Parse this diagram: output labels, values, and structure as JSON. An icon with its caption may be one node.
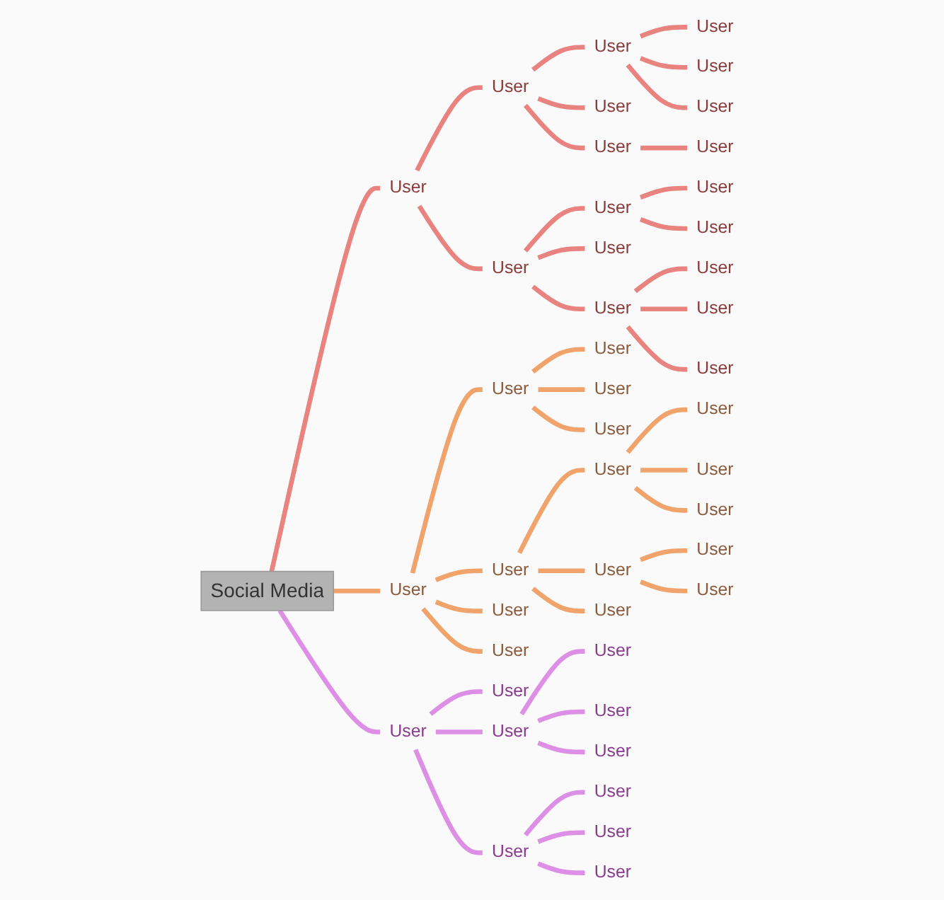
{
  "diagram": {
    "nodes": [
      {
        "text": [
          "Social Media"
        ]
      },
      {
        "text": [
          "User"
        ]
      },
      {
        "text": [
          "User"
        ]
      },
      {
        "text": [
          "User"
        ]
      },
      {
        "text": [
          "User"
        ]
      },
      {
        "text": [
          "User"
        ]
      },
      {
        "text": [
          "User"
        ]
      },
      {
        "text": [
          "User"
        ]
      },
      {
        "text": [
          "User"
        ]
      },
      {
        "text": [
          "User"
        ]
      },
      {
        "text": [
          "User"
        ]
      },
      {
        "text": [
          "User"
        ]
      },
      {
        "text": [
          "User"
        ]
      },
      {
        "text": [
          "User"
        ]
      },
      {
        "text": [
          "User"
        ]
      },
      {
        "text": [
          "User"
        ]
      },
      {
        "text": [
          "User"
        ]
      },
      {
        "text": [
          "User"
        ]
      },
      {
        "text": [
          "User"
        ]
      },
      {
        "text": [
          "User"
        ]
      },
      {
        "text": [
          "User"
        ]
      },
      {
        "text": [
          "User"
        ]
      },
      {
        "text": [
          "User"
        ]
      },
      {
        "text": [
          "User"
        ]
      },
      {
        "text": [
          "User"
        ]
      },
      {
        "text": [
          "User"
        ]
      },
      {
        "text": [
          "User"
        ]
      },
      {
        "text": [
          "User"
        ]
      },
      {
        "text": [
          "User"
        ]
      },
      {
        "text": [
          "User"
        ]
      },
      {
        "text": [
          "User"
        ]
      },
      {
        "text": [
          "User"
        ]
      },
      {
        "text": [
          "User"
        ]
      },
      {
        "text": [
          "User"
        ]
      },
      {
        "text": [
          "User"
        ]
      },
      {
        "text": [
          "User"
        ]
      },
      {
        "text": [
          "User"
        ]
      },
      {
        "text": [
          "User"
        ]
      },
      {
        "text": [
          "User"
        ]
      },
      {
        "text": [
          "User"
        ]
      },
      {
        "text": [
          "User"
        ]
      },
      {
        "text": [
          "User"
        ]
      },
      {
        "text": [
          "User"
        ]
      },
      {
        "text": [
          "User"
        ]
      },
      {
        "text": [
          "User"
        ]
      }
    ],
    "edges": [
      {
        "from": 0,
        "to": 1,
        "arrow": "none",
        "color": "#e8837f"
      },
      {
        "from": 1,
        "to": 2,
        "arrow": "none",
        "color": "#e8837f"
      },
      {
        "from": 2,
        "to": 3,
        "arrow": "none",
        "color": "#e8837f"
      },
      {
        "from": 3,
        "to": 4,
        "arrow": "none",
        "color": "#e8837f"
      },
      {
        "from": 3,
        "to": 5,
        "arrow": "none",
        "color": "#e8837f"
      },
      {
        "from": 3,
        "to": 6,
        "arrow": "none",
        "color": "#e8837f"
      },
      {
        "from": 2,
        "to": 7,
        "arrow": "none",
        "color": "#e8837f"
      },
      {
        "from": 2,
        "to": 8,
        "arrow": "none",
        "color": "#e8837f"
      },
      {
        "from": 8,
        "to": 9,
        "arrow": "none",
        "color": "#e8837f"
      },
      {
        "from": 1,
        "to": 10,
        "arrow": "none",
        "color": "#e8837f"
      },
      {
        "from": 10,
        "to": 11,
        "arrow": "none",
        "color": "#e8837f"
      },
      {
        "from": 11,
        "to": 12,
        "arrow": "none",
        "color": "#e8837f"
      },
      {
        "from": 11,
        "to": 13,
        "arrow": "none",
        "color": "#e8837f"
      },
      {
        "from": 10,
        "to": 14,
        "arrow": "none",
        "color": "#e8837f"
      },
      {
        "from": 10,
        "to": 15,
        "arrow": "none",
        "color": "#e8837f"
      },
      {
        "from": 15,
        "to": 16,
        "arrow": "none",
        "color": "#e8837f"
      },
      {
        "from": 15,
        "to": 17,
        "arrow": "none",
        "color": "#e8837f"
      },
      {
        "from": 15,
        "to": 18,
        "arrow": "none",
        "color": "#e8837f"
      },
      {
        "from": 0,
        "to": 19,
        "arrow": "none",
        "color": "#f0a46c"
      },
      {
        "from": 19,
        "to": 20,
        "arrow": "none",
        "color": "#f0a46c"
      },
      {
        "from": 20,
        "to": 21,
        "arrow": "none",
        "color": "#f0a46c"
      },
      {
        "from": 20,
        "to": 22,
        "arrow": "none",
        "color": "#f0a46c"
      },
      {
        "from": 20,
        "to": 23,
        "arrow": "none",
        "color": "#f0a46c"
      },
      {
        "from": 19,
        "to": 24,
        "arrow": "none",
        "color": "#f0a46c"
      },
      {
        "from": 24,
        "to": 25,
        "arrow": "none",
        "color": "#f0a46c"
      },
      {
        "from": 25,
        "to": 26,
        "arrow": "none",
        "color": "#f0a46c"
      },
      {
        "from": 25,
        "to": 27,
        "arrow": "none",
        "color": "#f0a46c"
      },
      {
        "from": 25,
        "to": 28,
        "arrow": "none",
        "color": "#f0a46c"
      },
      {
        "from": 24,
        "to": 29,
        "arrow": "none",
        "color": "#f0a46c"
      },
      {
        "from": 29,
        "to": 30,
        "arrow": "none",
        "color": "#f0a46c"
      },
      {
        "from": 29,
        "to": 31,
        "arrow": "none",
        "color": "#f0a46c"
      },
      {
        "from": 24,
        "to": 32,
        "arrow": "none",
        "color": "#f0a46c"
      },
      {
        "from": 19,
        "to": 33,
        "arrow": "none",
        "color": "#f0a46c"
      },
      {
        "from": 19,
        "to": 34,
        "arrow": "none",
        "color": "#f0a46c"
      },
      {
        "from": 0,
        "to": 35,
        "arrow": "none",
        "color": "#dd8fe6"
      },
      {
        "from": 35,
        "to": 36,
        "arrow": "none",
        "color": "#dd8fe6"
      },
      {
        "from": 35,
        "to": 37,
        "arrow": "none",
        "color": "#dd8fe6"
      },
      {
        "from": 37,
        "to": 38,
        "arrow": "none",
        "color": "#dd8fe6"
      },
      {
        "from": 37,
        "to": 39,
        "arrow": "none",
        "color": "#dd8fe6"
      },
      {
        "from": 37,
        "to": 40,
        "arrow": "none",
        "color": "#dd8fe6"
      },
      {
        "from": 35,
        "to": 41,
        "arrow": "none",
        "color": "#dd8fe6"
      },
      {
        "from": 41,
        "to": 42,
        "arrow": "none",
        "color": "#dd8fe6"
      },
      {
        "from": 41,
        "to": 43,
        "arrow": "none",
        "color": "#dd8fe6"
      },
      {
        "from": 41,
        "to": 44,
        "arrow": "none",
        "color": "#dd8fe6"
      }
    ]
  }
}
